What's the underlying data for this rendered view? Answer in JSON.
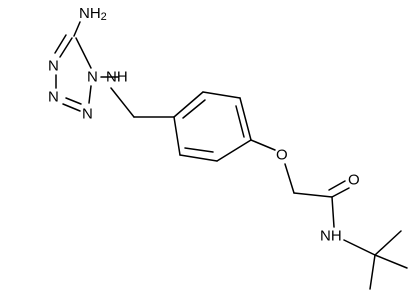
{
  "atoms": {
    "amino": "NH",
    "amino_sub": "2",
    "n_ring_1": "N",
    "n_ring_2": "N",
    "n_ring_3": "N",
    "n_ring_4": "N",
    "linker_nh": "NH",
    "ether_o": "O",
    "carbonyl_o": "O",
    "amide_nh": "NH"
  }
}
